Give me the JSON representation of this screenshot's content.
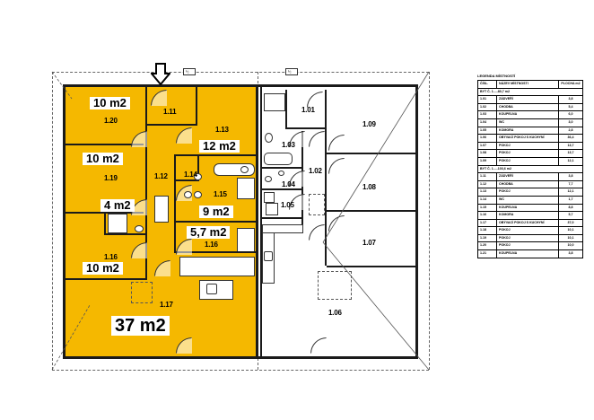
{
  "floor_plan": {
    "entrance_marker": "arrow-down",
    "colors": {
      "highlight_unit": "#f5b800",
      "wall": "#1a1a1a",
      "background": "#ffffff"
    },
    "left_unit": {
      "rooms": [
        {
          "id": "1.20",
          "area": "10 m2"
        },
        {
          "id": "1.11",
          "area": ""
        },
        {
          "id": "1.13",
          "area": "12 m2"
        },
        {
          "id": "1.19",
          "area": "10 m2"
        },
        {
          "id": "1.12",
          "area": ""
        },
        {
          "id": "1.14",
          "area": ""
        },
        {
          "id": "1.15",
          "area": "9 m2"
        },
        {
          "id": "4m2-room",
          "area": "4 m2"
        },
        {
          "id": "1.16",
          "area": "5,7 m2"
        },
        {
          "id": "1.16b",
          "label": "1.16",
          "area": "10 m2"
        },
        {
          "id": "1.17",
          "area": "37 m2"
        }
      ]
    },
    "right_unit": {
      "rooms": [
        {
          "id": "1.01"
        },
        {
          "id": "1.09"
        },
        {
          "id": "1.03"
        },
        {
          "id": "1.02"
        },
        {
          "id": "1.04"
        },
        {
          "id": "1.08"
        },
        {
          "id": "1.05"
        },
        {
          "id": "1.07"
        },
        {
          "id": "1.06"
        }
      ]
    },
    "tags": {
      "left": "¹⁄₂",
      "right": "¹⁄₂"
    }
  },
  "legend": {
    "title": "LEGENDA MÍSTNOSTÍ",
    "headers": [
      "ČÍSL.",
      "NÁZEV MÍSTNOSTI",
      "PLOCHA m2"
    ],
    "sections": [
      {
        "title": "BYT Č. 1.....80,7 m2",
        "rows": [
          [
            "1.01",
            "ZÁDVEŘÍ",
            "3,8"
          ],
          [
            "1.02",
            "CHODBA",
            "5,4"
          ],
          [
            "1.03",
            "KOUPELNA",
            "6,0"
          ],
          [
            "1.04",
            "WC",
            "3,0"
          ],
          [
            "1.05",
            "KOMORA",
            "2,8"
          ],
          [
            "1.06",
            "OBÝVACÍ POKOJ S KUCHYNÍ",
            "36,4"
          ],
          [
            "1.07",
            "POKOJ",
            "13,7"
          ],
          [
            "1.08",
            "POKOJ",
            "13,7"
          ],
          [
            "1.09",
            "POKOJ",
            "12,1"
          ]
        ]
      },
      {
        "title": "BYT Č. 1.....103,6 m2",
        "rows": [
          [
            "1.11",
            "ZÁDVEŘÍ",
            "3,8"
          ],
          [
            "1.12",
            "CHODBA",
            "7,7"
          ],
          [
            "1.13",
            "POKOJ",
            "12,1"
          ],
          [
            "1.14",
            "WC",
            "1,7"
          ],
          [
            "1.15",
            "KOUPELNA",
            "8,8"
          ],
          [
            "1.16",
            "KOMORA",
            "5,7"
          ],
          [
            "1.17",
            "OBÝVACÍ POKOJ S KUCHYNÍ",
            "37,0"
          ],
          [
            "1.18",
            "POKOJ",
            "10,1"
          ],
          [
            "1.19",
            "POKOJ",
            "10,1"
          ],
          [
            "1.20",
            "POKOJ",
            "10,0"
          ],
          [
            "1.21",
            "KOUPELNA",
            "3,8"
          ]
        ]
      }
    ]
  }
}
